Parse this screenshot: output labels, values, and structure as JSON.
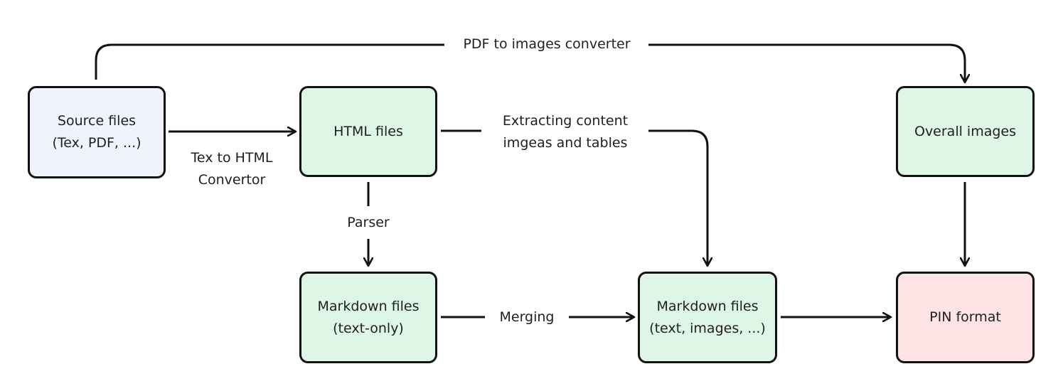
{
  "nodes": {
    "source": {
      "lines": [
        "Source files",
        "(Tex, PDF, ...)"
      ],
      "fill": "#eef3fd"
    },
    "html": {
      "lines": [
        "HTML files"
      ],
      "fill": "#def6e6"
    },
    "md_text": {
      "lines": [
        "Markdown files",
        "(text-only)"
      ],
      "fill": "#def6e6"
    },
    "md_full": {
      "lines": [
        "Markdown files",
        "(text, images, ...)"
      ],
      "fill": "#def6e6"
    },
    "overall": {
      "lines": [
        "Overall images"
      ],
      "fill": "#def6e6"
    },
    "pin": {
      "lines": [
        "PIN format"
      ],
      "fill": "#fde3e4"
    }
  },
  "edges": {
    "pdf_to_images": "PDF to images converter",
    "tex_to_html": [
      "Tex to HTML",
      "Convertor"
    ],
    "extracting": [
      "Extracting content",
      "imgeas and tables"
    ],
    "parser": "Parser",
    "merging": "Merging"
  },
  "colors": {
    "stroke": "#111111",
    "text": "#1f1f1f"
  }
}
